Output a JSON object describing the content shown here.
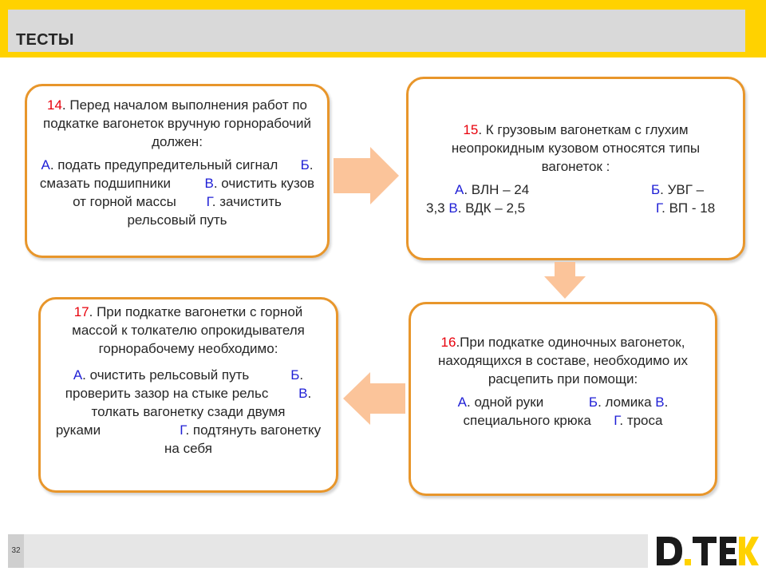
{
  "header": {
    "title": "ТЕСТЫ"
  },
  "questions": {
    "q14": {
      "num": "14",
      "text": ". Перед началом выполнения работ по подкатке вагонеток вручную горнорабочий должен:",
      "a_l": "А",
      "a_t": ". подать предупредительный сигнал",
      "b_l": "Б",
      "b_t": ". смазать подшипники",
      "v_l": "В",
      "v_t": ". очистить кузов от горной массы",
      "g_l": "Г",
      "g_t": ". зачистить рельсовый путь"
    },
    "q15": {
      "num": "15",
      "text": ". К грузовым вагонеткам с глухим неопрокидным кузовом относятся типы вагонеток :",
      "a_l": "А",
      "a_t": ". ВЛН – 24",
      "b_l": "Б",
      "b_t": ".  УВГ –",
      "b_t2": "3,3",
      "v_l": "В",
      "v_t": ". ВДК – 2,5",
      "g_l": "Г",
      "g_t": ". ВП - 18"
    },
    "q16": {
      "num": "16",
      "text": ".При подкатке одиночных вагонеток, находящихся в составе, необходимо их расцепить при помощи:",
      "a_l": "А",
      "a_t": ". одной руки",
      "b_l": "Б",
      "b_t": ". ломика",
      "v_l": "В",
      "v_t": ". специального крюка",
      "g_l": "Г",
      "g_t": ". троса"
    },
    "q17": {
      "num": "17",
      "text": ". При подкатке вагонетки с горной массой к толкателю опрокидывателя горнорабочему необходимо:",
      "a_l": "А",
      "a_t": ".  очистить рельсовый путь",
      "b_l": "Б",
      "b_t": ".  проверить зазор на стыке рельс",
      "v_l": "В",
      "v_t": ".  толкать вагонетку сзади двумя руками",
      "g_l": "Г",
      "g_t": ".  подтянуть вагонетку на себя"
    }
  },
  "footer": {
    "page_number": "32",
    "logo_text": "DTEK"
  },
  "colors": {
    "accent_yellow": "#ffd200",
    "box_border": "#e8962b",
    "arrow_fill": "#fbc49a",
    "question_number": "#e8000b",
    "option_letter": "#1f1fd6"
  }
}
